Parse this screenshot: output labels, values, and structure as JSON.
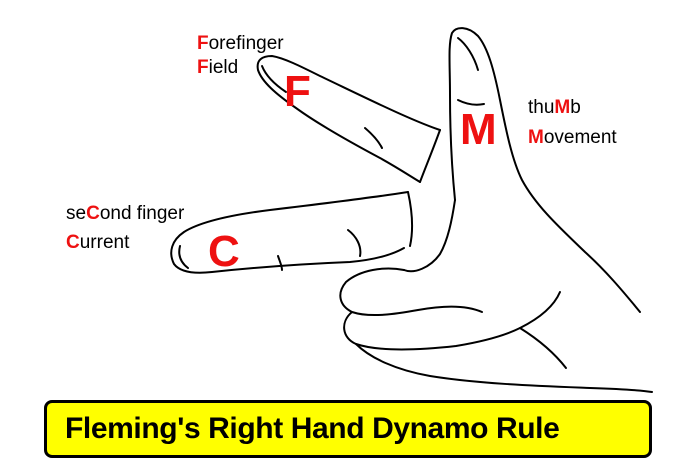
{
  "forefinger": {
    "lead": "F",
    "word_rest": "orefinger",
    "meaning_lead": "F",
    "meaning_rest": "ield",
    "letter": "F"
  },
  "thumb": {
    "word_pre": "thu",
    "lead": "M",
    "word_post": "b",
    "meaning_lead": "M",
    "meaning_rest": "ovement",
    "letter": "M"
  },
  "second_finger": {
    "word_pre": "se",
    "lead": "C",
    "word_post": "ond finger",
    "meaning_lead": "C",
    "meaning_rest": "urrent",
    "letter": "C"
  },
  "title": "Fleming's Right Hand Dynamo Rule",
  "colors": {
    "accent": "#ee1111",
    "banner": "#ffff00",
    "outline": "#000000"
  }
}
